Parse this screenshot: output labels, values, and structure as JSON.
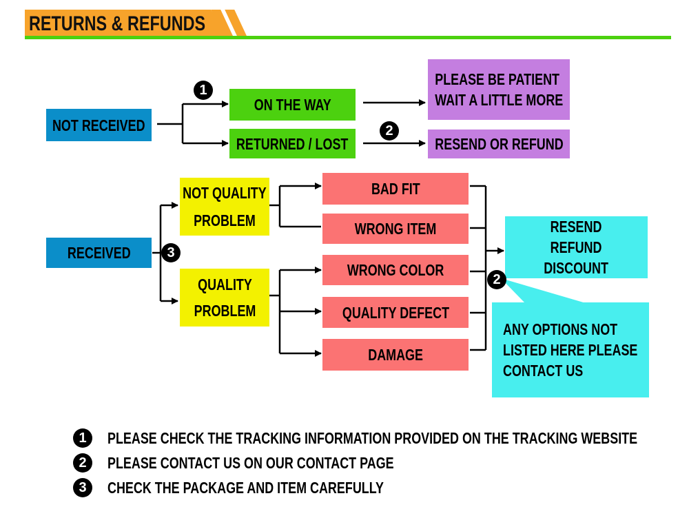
{
  "header": {
    "title": "RETURNS & REFUNDS"
  },
  "colors": {
    "blue": "#0b8ec9",
    "green": "#4cd10f",
    "purple": "#c47ee0",
    "yellow": "#f3f100",
    "salmon": "#fb7373",
    "cyan": "#48eeee",
    "orange": "#f7a32b"
  },
  "flow": {
    "not_received": "NOT RECEIVED",
    "on_the_way": "ON THE WAY",
    "returned_lost": "RETURNED / LOST",
    "be_patient": "PLEASE BE PATIENT\nWAIT A LITTLE MORE",
    "resend_or_refund": "RESEND OR REFUND",
    "received": "RECEIVED",
    "not_quality_problem": "NOT QUALITY\nPROBLEM",
    "quality_problem": "QUALITY\nPROBLEM",
    "bad_fit": "BAD FIT",
    "wrong_item": "WRONG ITEM",
    "wrong_color": "WRONG COLOR",
    "quality_defect": "QUALITY DEFECT",
    "damage": "DAMAGE",
    "resolution": "RESEND\nREFUND\nDISCOUNT",
    "other_options": "ANY OPTIONS NOT\nLISTED HERE PLEASE\nCONTACT US"
  },
  "badges": {
    "one": "1",
    "two": "2",
    "three": "3"
  },
  "notes": [
    {
      "num": "1",
      "text": "PLEASE CHECK THE TRACKING INFORMATION PROVIDED ON THE TRACKING WEBSITE"
    },
    {
      "num": "2",
      "text": "PLEASE CONTACT US ON OUR CONTACT PAGE"
    },
    {
      "num": "3",
      "text": "CHECK THE PACKAGE AND ITEM CAREFULLY"
    }
  ]
}
